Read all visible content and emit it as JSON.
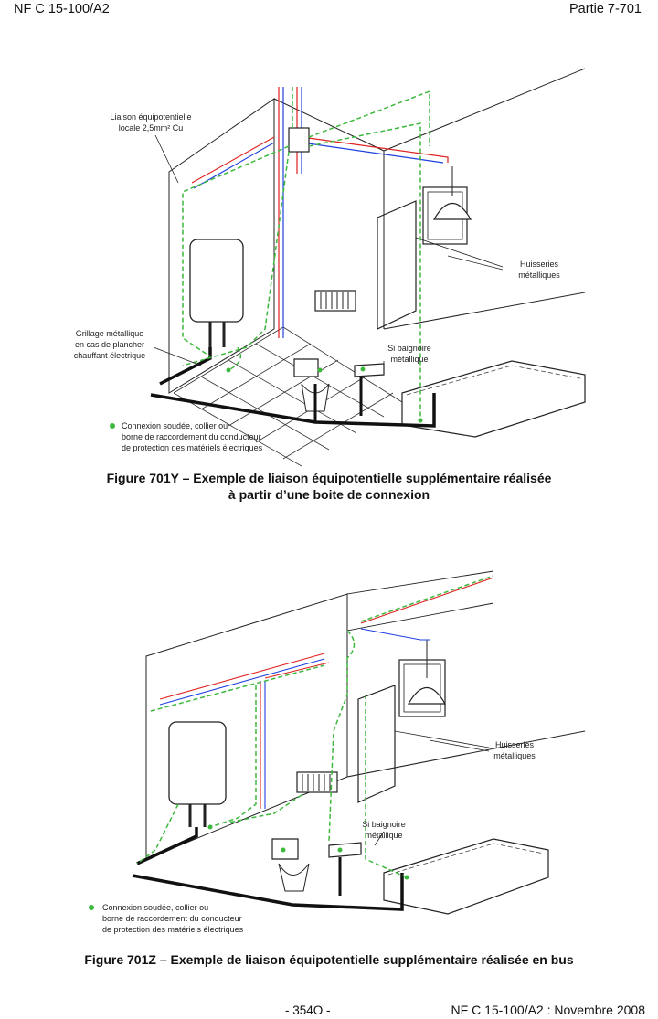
{
  "header": {
    "left": "NF C 15-100/A2",
    "right": "Partie 7-701"
  },
  "figure_y": {
    "labels": {
      "liaison_line1": "Liaison équipotentielle",
      "liaison_line2": "locale 2,5mm² Cu",
      "grillage_line1": "Grillage métallique",
      "grillage_line2": "en cas de plancher",
      "grillage_line3": "chauffant électrique",
      "huisseries_line1": "Huisseries",
      "huisseries_line2": "métalliques",
      "baignoire_line1": "Si baignoire",
      "baignoire_line2": "métallique",
      "legend_line1": "Connexion soudée, collier ou",
      "legend_line2": "borne de raccordement du conducteur",
      "legend_line3": "de protection des matériels électriques"
    },
    "caption_line1": "Figure 701Y – Exemple de liaison équipotentielle supplémentaire réalisée",
    "caption_line2": "à partir d’une boite de connexion"
  },
  "figure_z": {
    "labels": {
      "huisseries_line1": "Huisseries",
      "huisseries_line2": "métalliques",
      "baignoire_line1": "Si baignoire",
      "baignoire_line2": "métallique",
      "legend_line1": "Connexion soudée, collier ou",
      "legend_line2": "borne de raccordement du conducteur",
      "legend_line3": "de protection des matériels électriques"
    },
    "caption": "Figure 701Z – Exemple de liaison équipotentielle supplémentaire réalisée en bus"
  },
  "footer": {
    "page": "- 354O -",
    "right": "NF C 15-100/A2 : Novembre 2008"
  },
  "colors": {
    "green": "#3cb83c",
    "red": "#e02020",
    "blue": "#2040e0",
    "orange": "#f0a020"
  }
}
